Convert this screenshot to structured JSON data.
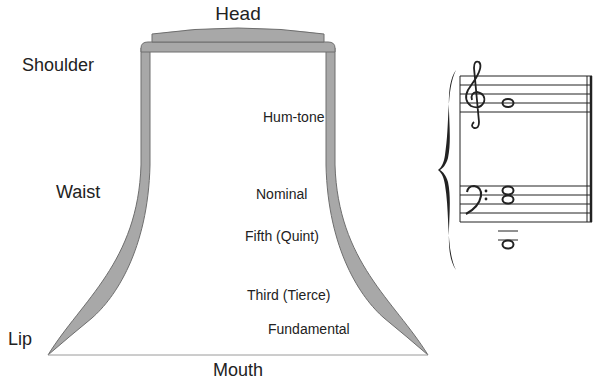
{
  "diagram": {
    "labels": [
      "Head",
      "Shoulder",
      "Waist",
      "Lip",
      "Mouth",
      "Hum-tone",
      "Nominal",
      "Fifth (Quint)",
      "Third (Tierce)",
      "Fundamental"
    ]
  }
}
